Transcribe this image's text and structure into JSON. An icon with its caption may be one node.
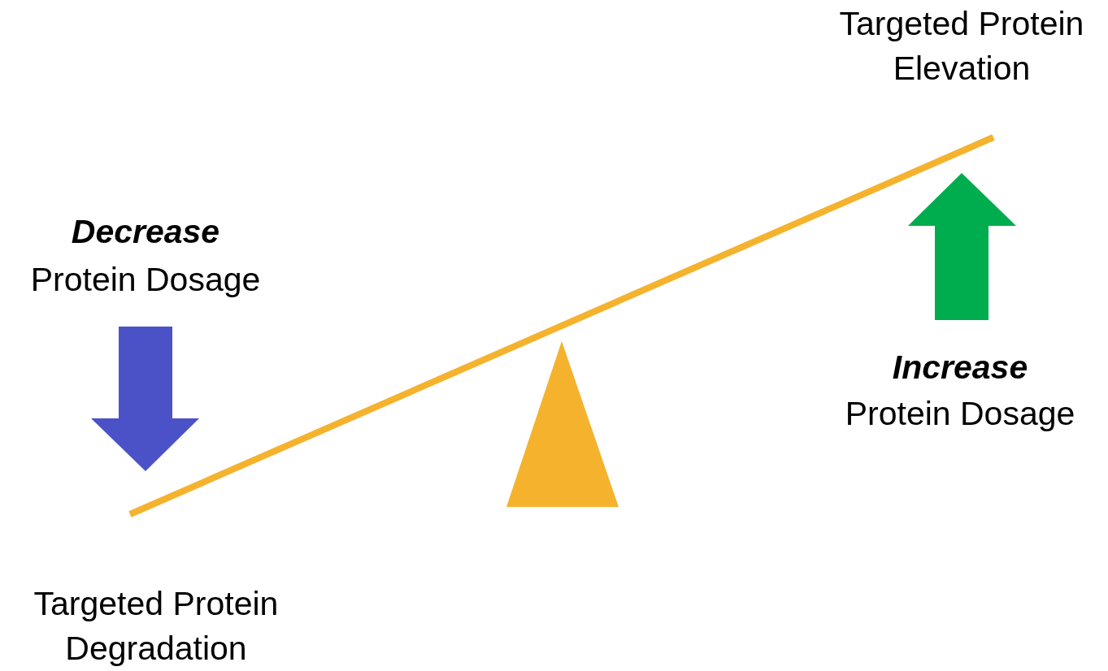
{
  "diagram": {
    "labels": [
      "Targeted Protein Elevation",
      "Decrease",
      "Protein Dosage",
      "Increase",
      "Protein Dosage",
      "Targeted Protein Degradation"
    ]
  }
}
